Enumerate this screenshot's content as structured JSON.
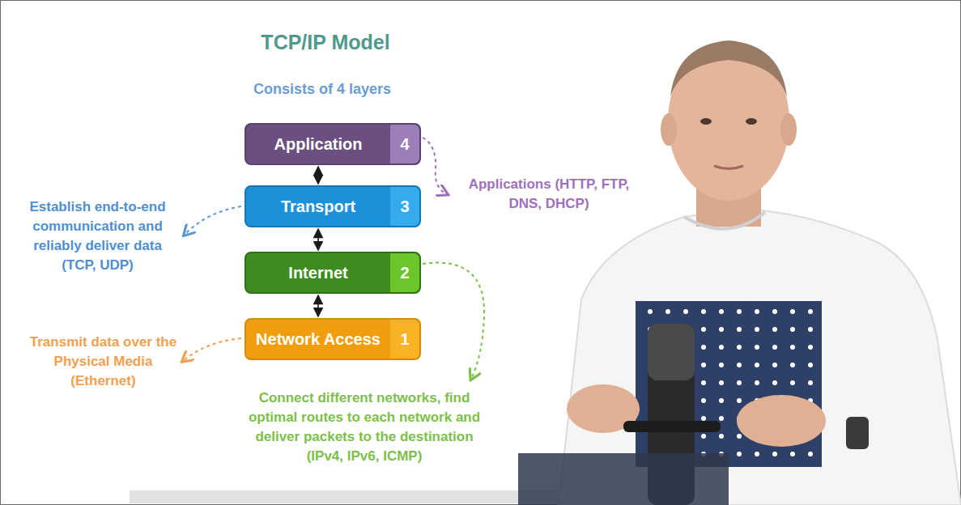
{
  "diagram": {
    "title": "TCP/IP Model",
    "nodes": [
      {
        "text": [
          "Application",
          "4"
        ]
      },
      {
        "text": [
          "Transport",
          "3"
        ]
      },
      {
        "text": [
          "Internet",
          "2"
        ]
      },
      {
        "text": [
          "Network Access",
          "1"
        ]
      }
    ],
    "edges": [
      {
        "from": 0,
        "to": 1,
        "arrow": "both"
      },
      {
        "from": 1,
        "to": 2,
        "arrow": "both"
      },
      {
        "from": 2,
        "to": 3,
        "arrow": "both"
      }
    ],
    "labels": [
      "Consists of 4 layers",
      "Applications (HTTP, FTP, DNS, DHCP)",
      "Establish end-to-end communication and reliably deliver data (TCP, UDP)",
      "Transmit data over the Physical Media (Ethernet)",
      "Connect different networks, find optimal routes to each network and deliver packets to the destination (IPv4, IPv6, ICMP)"
    ]
  }
}
